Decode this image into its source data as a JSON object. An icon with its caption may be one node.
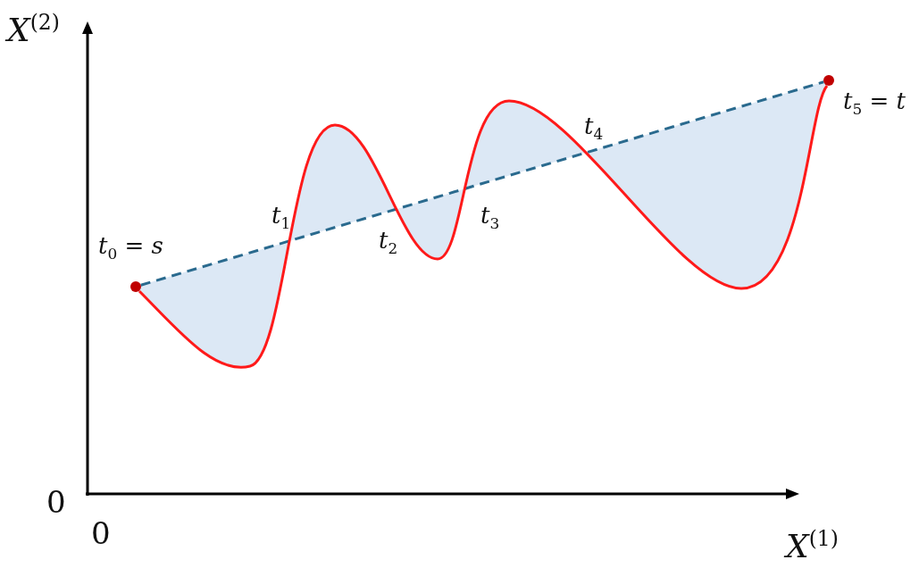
{
  "diagram": {
    "nodes": [
      {
        "text": [],
        "shape": "circle",
        "beside": [
          "*t*$_{0}$ = *s*"
        ]
      },
      {
        "text": [],
        "shape": "circle",
        "beside": [
          "*t*$_{5}$ = *t*"
        ]
      }
    ],
    "edges": [
      {
        "from": 0,
        "to": 1,
        "arrow": "none",
        "style": "dashed",
        "color": "#2a6a8e"
      },
      {
        "from": 0,
        "to": 1,
        "arrow": "none",
        "color": "#ff1a1a"
      }
    ],
    "labels": [
      "*X*$^{(2)}$",
      "*t*$_{4}$",
      "*t*$_{1}$",
      "*t*$_{3}$",
      "*t*$_{2}$",
      "0",
      "0",
      "*X*$^{(1)}$"
    ]
  }
}
